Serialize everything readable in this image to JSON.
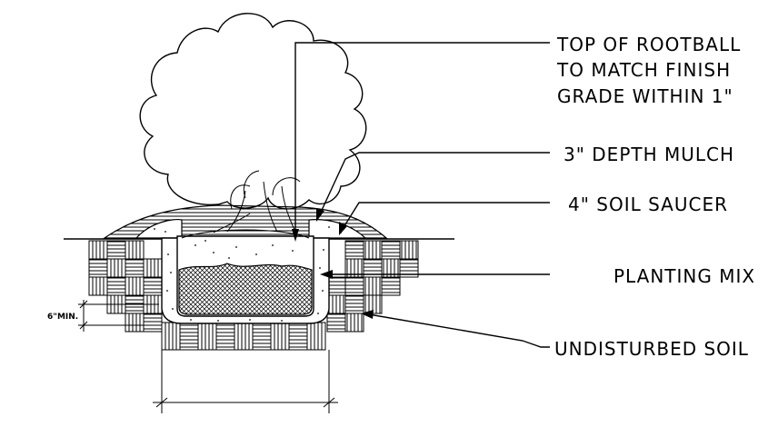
{
  "diagram": {
    "labels": {
      "rootball": [
        "TOP OF ROOTBALL",
        "TO MATCH FINISH",
        "GRADE WITHIN 1\""
      ],
      "mulch": "3\" DEPTH MULCH",
      "saucer": "4\" SOIL SAUCER",
      "planting_mix": "PLANTING MIX",
      "undisturbed": "UNDISTURBED SOIL",
      "min_depth": "6\"MIN."
    }
  }
}
